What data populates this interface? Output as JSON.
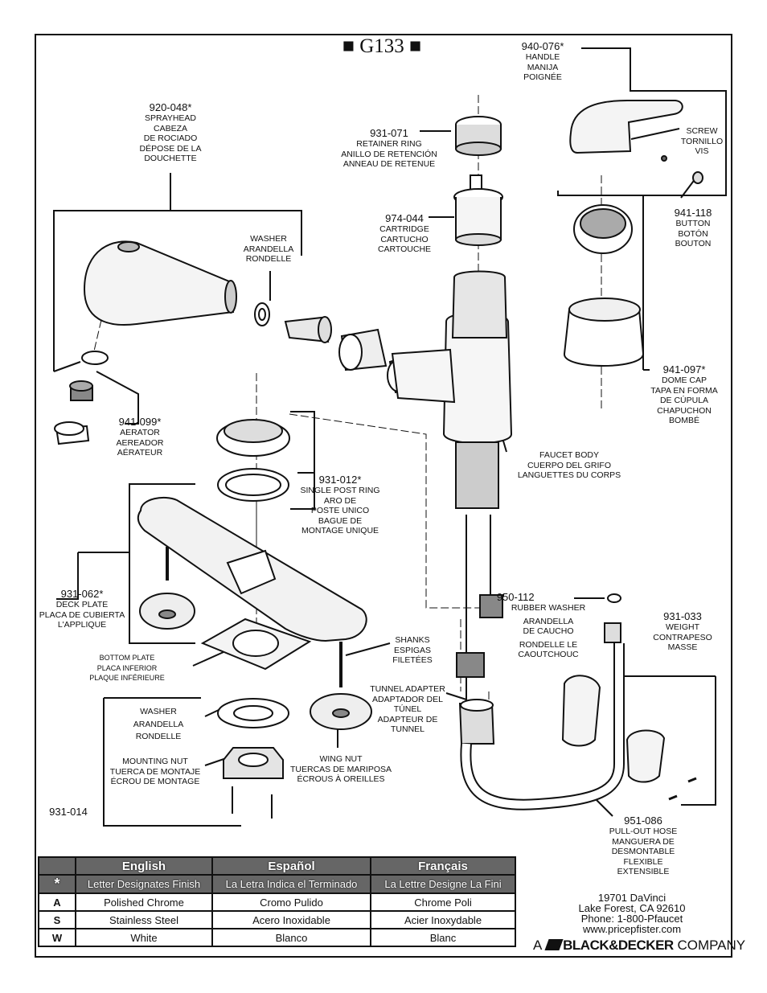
{
  "title": "■ G133 ■",
  "parts": {
    "handle": {
      "number": "940-076*",
      "lines": [
        "HANDLE",
        "MANIJA",
        "POIGNÉE"
      ]
    },
    "sprayhead": {
      "number": "920-048*",
      "lines": [
        "SPRAYHEAD",
        "CABEZA",
        "DE ROCIADO",
        "DÉPOSE DE LA",
        "DOUCHETTE"
      ]
    },
    "retainer": {
      "number": "931-071",
      "lines": [
        "RETAINER RING",
        "ANILLO DE RETENCIÓN",
        "ANNEAU DE RETENUE"
      ]
    },
    "screw": {
      "lines": [
        "SCREW",
        "TORNILLO",
        "VIS"
      ]
    },
    "button": {
      "number": "941-118",
      "lines": [
        "BUTTON",
        "BOTÓN",
        "BOUTON"
      ]
    },
    "cartridge": {
      "number": "974-044",
      "lines": [
        "CARTRIDGE",
        "CARTUCHO",
        "CARTOUCHE"
      ]
    },
    "washer_top": {
      "lines": [
        "WASHER",
        "ARANDELLA",
        "RONDELLE"
      ]
    },
    "dome": {
      "number": "941-097*",
      "lines": [
        "DOME CAP",
        "TAPA EN FORMA",
        "DE CÚPULA",
        "CHAPUCHON",
        "BOMBÉ"
      ]
    },
    "aerator": {
      "number": "941-099*",
      "lines": [
        "AERATOR",
        "AEREADOR",
        "AÉRATEUR"
      ]
    },
    "faucet_body": {
      "lines": [
        "FAUCET BODY",
        "CUERPO DEL GRIFO",
        "LANGUETTES DU CORPS"
      ]
    },
    "post_ring": {
      "number": "931-012*",
      "lines": [
        "SINGLE POST RING",
        "ARO DE",
        "POSTE UNICO",
        "BAGUE DE",
        "MONTAGE UNIQUE"
      ]
    },
    "deck_plate": {
      "number": "931-062*",
      "lines": [
        "DECK PLATE",
        "PLACA DE CUBIERTA",
        "L'APPLIQUE"
      ]
    },
    "rubber_washer": {
      "number": "950-112",
      "lines": [
        "RUBBER WASHER",
        "ARANDELLA",
        "DE CAUCHO",
        "RONDELLE LE",
        "CAOUTCHOUC"
      ]
    },
    "weight": {
      "number": "931-033",
      "lines": [
        "WEIGHT",
        "CONTRAPESO",
        "MASSE"
      ]
    },
    "bottom_plate": {
      "lines": [
        "BOTTOM PLATE",
        "PLACA INFERIOR",
        "PLAQUE INFÉRIEURE"
      ]
    },
    "shanks": {
      "lines": [
        "SHANKS",
        "ESPIGAS",
        "FILETÉES"
      ]
    },
    "tunnel": {
      "lines": [
        "TUNNEL ADAPTER",
        "ADAPTADOR DEL",
        "TÚNEL",
        "ADAPTEUR DE",
        "TUNNEL"
      ]
    },
    "washer_bottom": {
      "lines": [
        "WASHER",
        "ARANDELLA",
        "RONDELLE"
      ]
    },
    "mounting_nut": {
      "lines": [
        "MOUNTING NUT",
        "TUERCA DE MONTAJE",
        "ÉCROU DE MONTAGE"
      ]
    },
    "wing_nut": {
      "lines": [
        "WING NUT",
        "TUERCAS DE MARIPOSA",
        "ÉCROUS À OREILLES"
      ]
    },
    "kit": {
      "number": "931-014"
    },
    "hose": {
      "number": "951-086",
      "lines": [
        "PULL-OUT HOSE",
        "MANGUERA DE",
        "DESMONTABLE",
        "FLEXIBLE",
        "EXTENSIBLE"
      ]
    }
  },
  "legend": {
    "headers": [
      "English",
      "Español",
      "Français"
    ],
    "star_row": {
      "key": "*",
      "values": [
        "Letter Designates Finish",
        "La Letra Indica el Terminado",
        "La Lettre Designe La Fini"
      ]
    },
    "rows": [
      {
        "key": "A",
        "values": [
          "Polished Chrome",
          "Cromo Pulido",
          "Chrome Poli"
        ]
      },
      {
        "key": "S",
        "values": [
          "Stainless Steel",
          "Acero Inoxidable",
          "Acier Inoxydable"
        ]
      },
      {
        "key": "W",
        "values": [
          "White",
          "Blanco",
          "Blanc"
        ]
      }
    ]
  },
  "address": {
    "street": "19701 DaVinci",
    "city": "Lake Forest, CA 92610",
    "phone": "Phone: 1-800-Pfaucet",
    "web": "www.pricepfister.com"
  },
  "company": {
    "prefix": "A",
    "brand": "BLACK&DECKER",
    "suffix": "COMPANY"
  }
}
